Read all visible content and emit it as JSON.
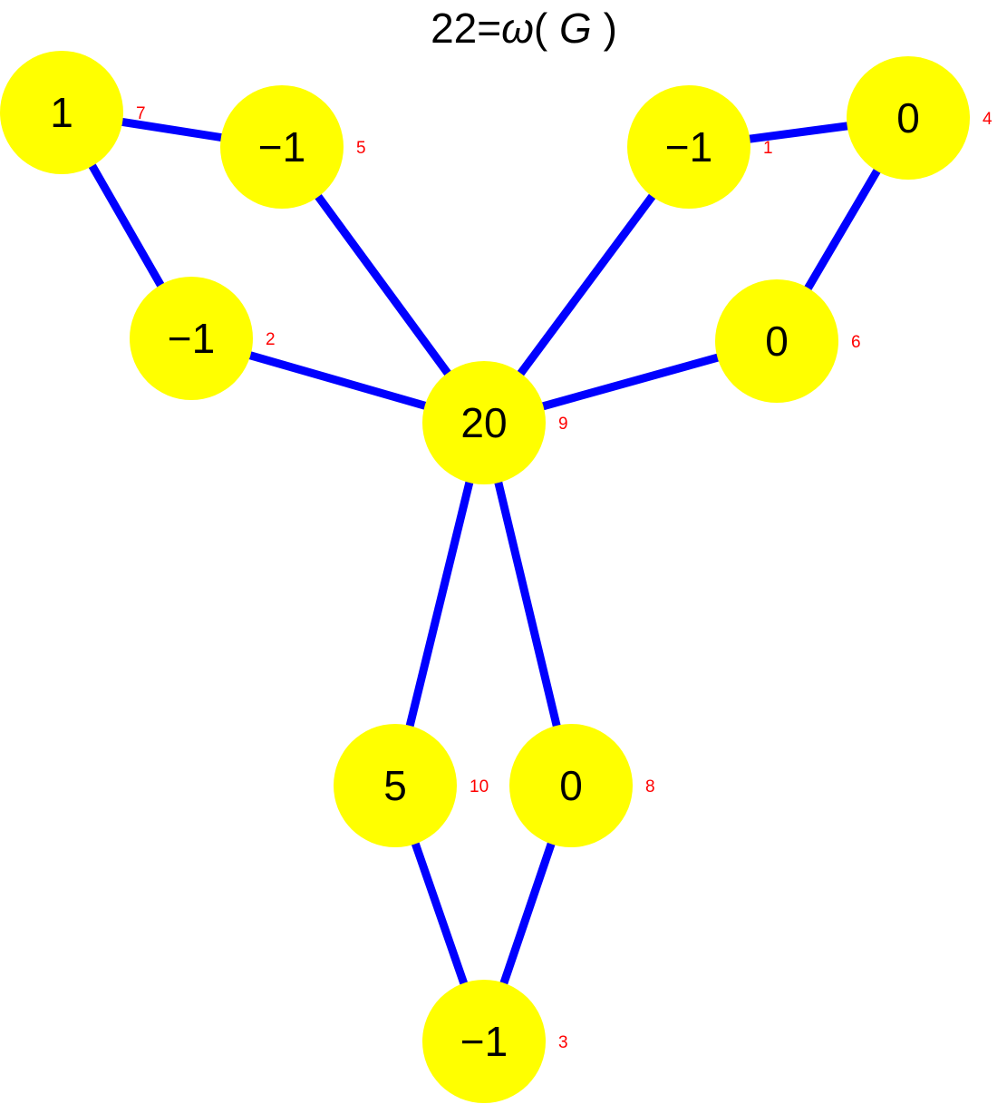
{
  "title": {
    "prefix": "22=",
    "omega": "ω",
    "open_paren": "( ",
    "variable": "G",
    "close_paren": " )"
  },
  "colors": {
    "node_fill": "#ffff00",
    "edge_stroke": "#0000ff",
    "index_label": "#ff0000",
    "value_text": "#000000"
  },
  "nodes": [
    {
      "id": "1",
      "value": "−1",
      "index_label": "1"
    },
    {
      "id": "2",
      "value": "−1",
      "index_label": "2"
    },
    {
      "id": "3",
      "value": "−1",
      "index_label": "3"
    },
    {
      "id": "4",
      "value": "0",
      "index_label": "4"
    },
    {
      "id": "5",
      "value": "−1",
      "index_label": "5"
    },
    {
      "id": "6",
      "value": "0",
      "index_label": "6"
    },
    {
      "id": "7",
      "value": "1",
      "index_label": "7"
    },
    {
      "id": "8",
      "value": "0",
      "index_label": "8"
    },
    {
      "id": "9",
      "value": "20",
      "index_label": "9"
    },
    {
      "id": "10",
      "value": "5",
      "index_label": "10"
    }
  ],
  "edges": [
    [
      "7",
      "5"
    ],
    [
      "7",
      "2"
    ],
    [
      "5",
      "9"
    ],
    [
      "2",
      "9"
    ],
    [
      "1",
      "4"
    ],
    [
      "4",
      "6"
    ],
    [
      "1",
      "9"
    ],
    [
      "6",
      "9"
    ],
    [
      "9",
      "10"
    ],
    [
      "9",
      "8"
    ],
    [
      "10",
      "3"
    ],
    [
      "8",
      "3"
    ]
  ]
}
